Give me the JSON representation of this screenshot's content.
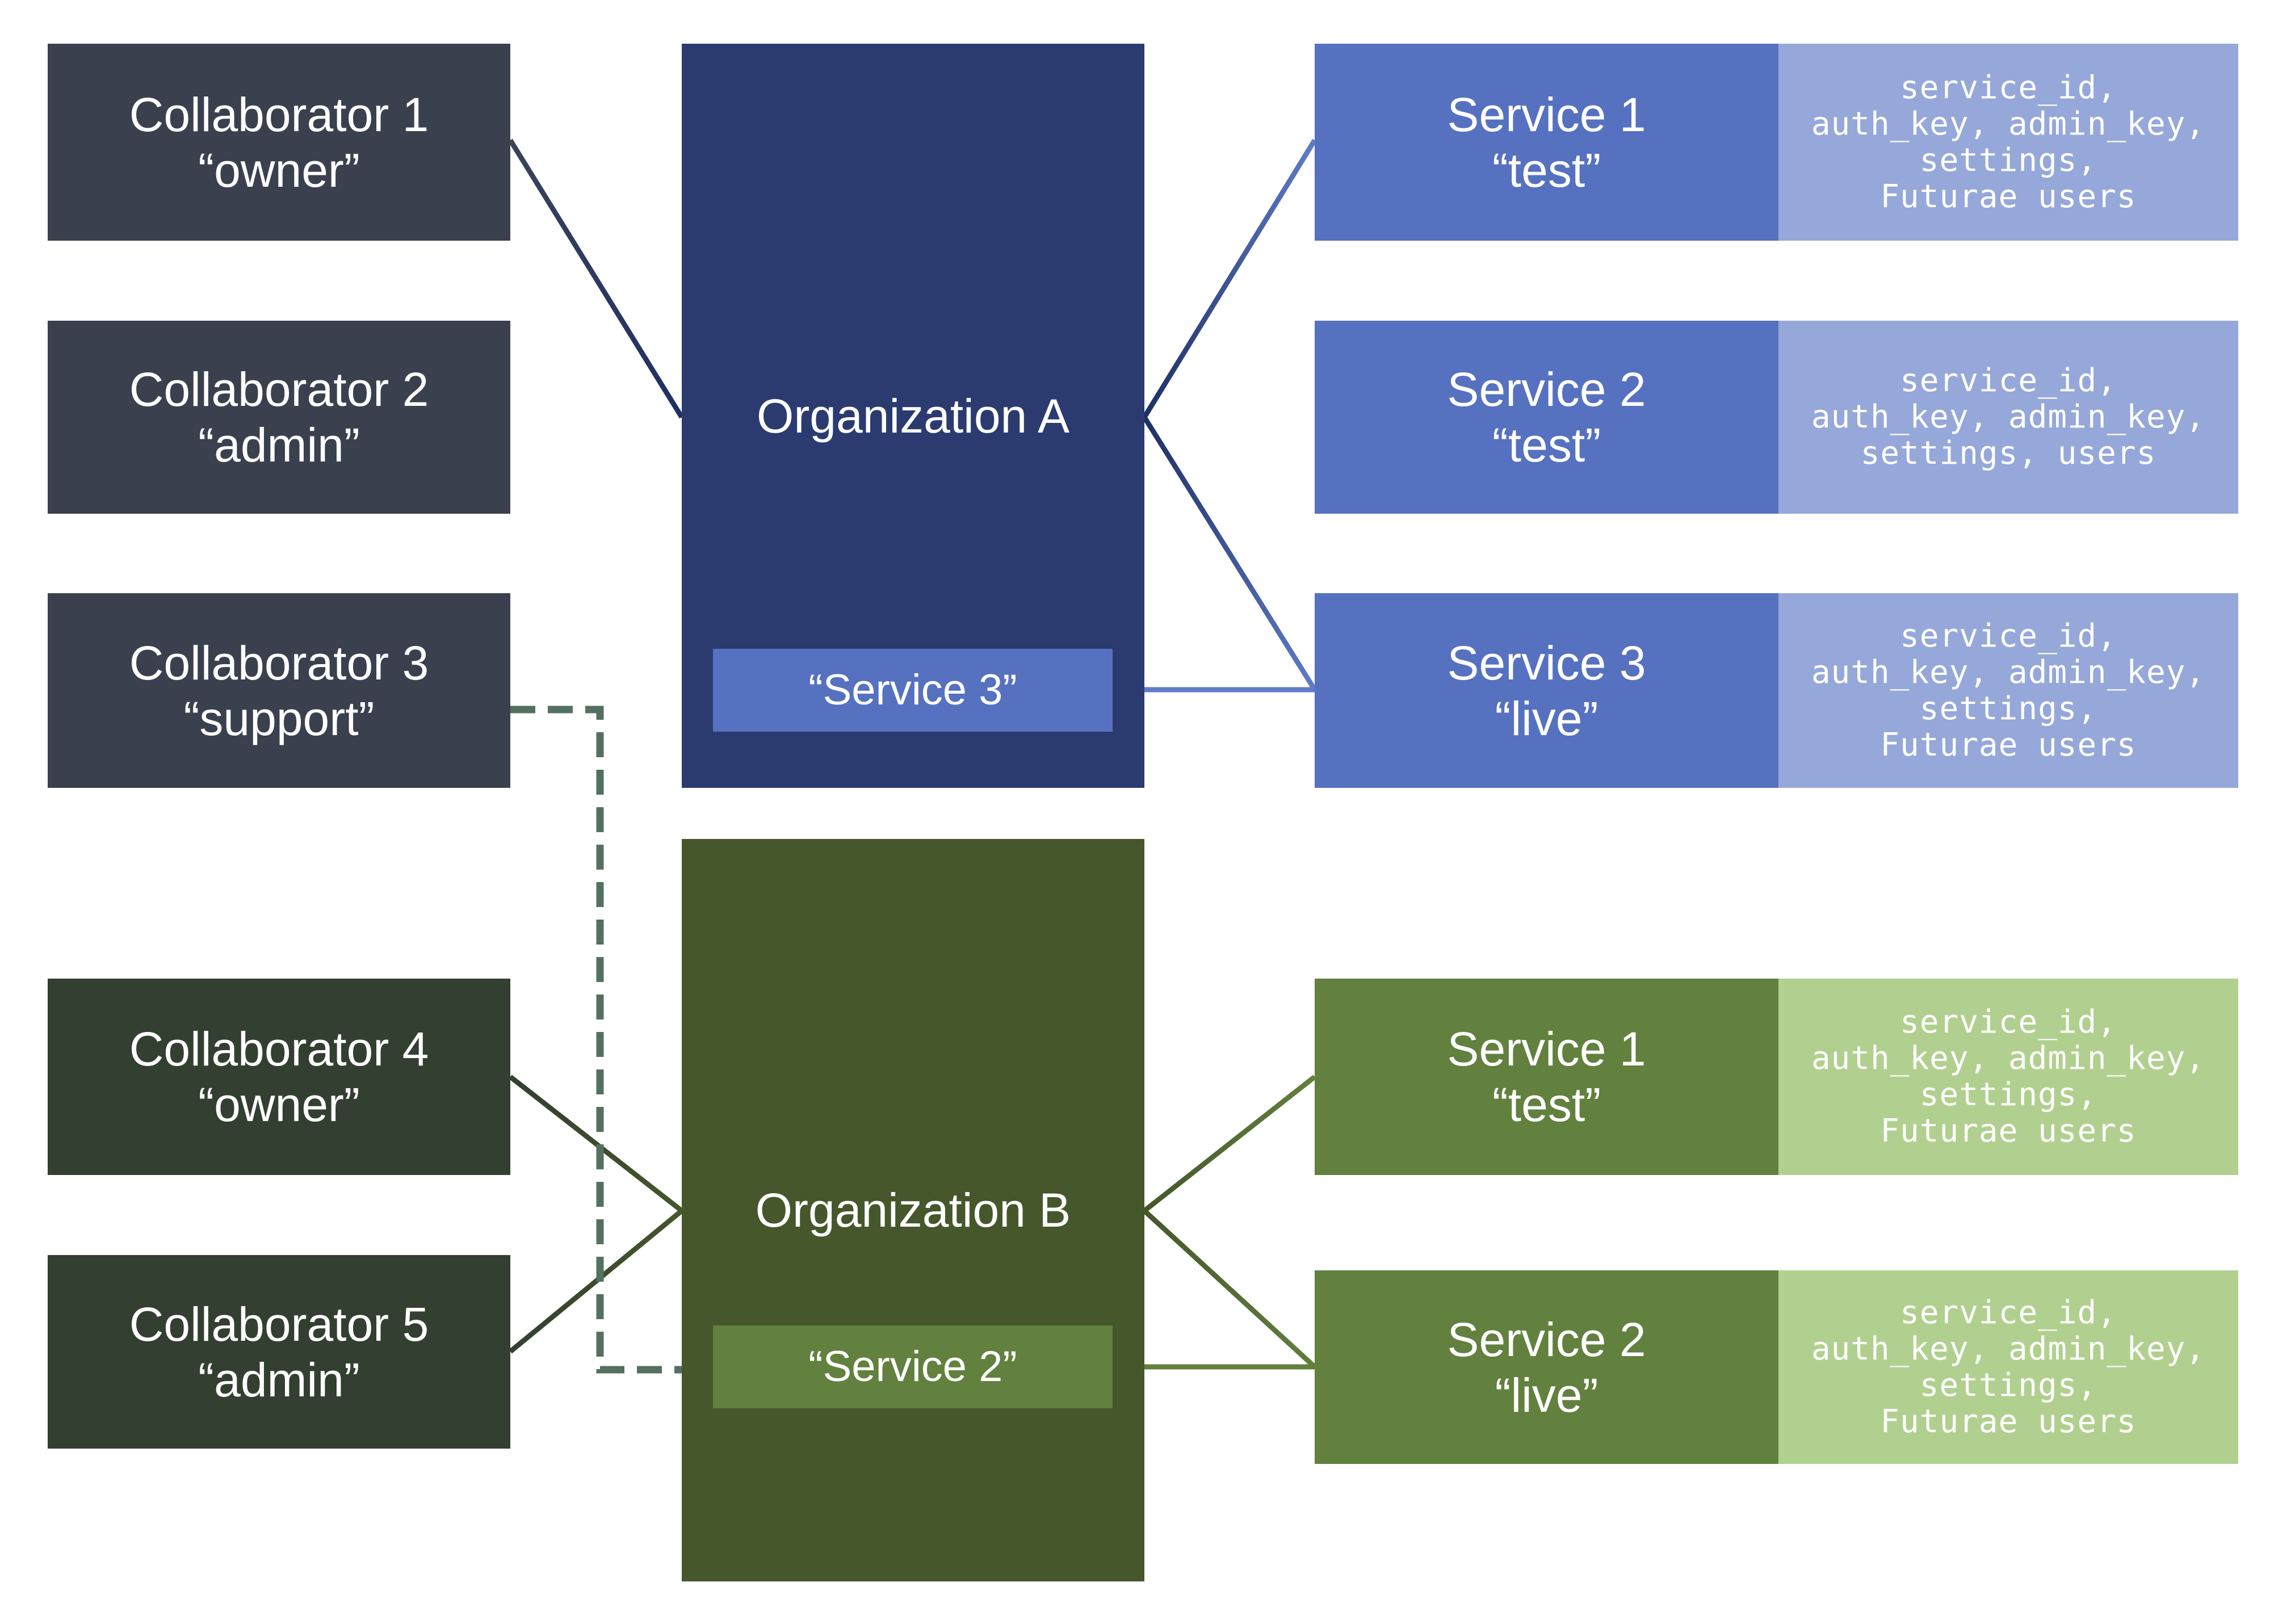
{
  "colors": {
    "collaborator_a": "#3a404e",
    "collaborator_b": "#333f30",
    "organization_a": "#2b3b6f",
    "organization_b": "#45572b",
    "service_a": "#5671bf",
    "service_b": "#62803e",
    "details_a": "#96a8d9",
    "details_b": "#b1d08f",
    "wire_dark_a": "#1f2f63",
    "wire_light_a": "#5f7cc8",
    "wire_b": "#5b7a3a",
    "dashed_wire": "#547060"
  },
  "collaborators": [
    {
      "name": "Collaborator 1",
      "role": "“owner”"
    },
    {
      "name": "Collaborator 2",
      "role": "“admin”"
    },
    {
      "name": "Collaborator 3",
      "role": "“support”"
    },
    {
      "name": "Collaborator 4",
      "role": "“owner”"
    },
    {
      "name": "Collaborator 5",
      "role": "“admin”"
    }
  ],
  "organizations": [
    {
      "name": "Organization A",
      "service_tag": "“Service 3”"
    },
    {
      "name": "Organization B",
      "service_tag": "“Service 2”"
    }
  ],
  "services_a": [
    {
      "name": "Service 1",
      "env": "“test”",
      "details": [
        "service_id,",
        "auth_key, admin_key,",
        "settings,",
        "Futurae users"
      ]
    },
    {
      "name": "Service 2",
      "env": "“test”",
      "details": [
        "service_id,",
        "auth_key, admin_key,",
        "settings, users"
      ]
    },
    {
      "name": "Service 3",
      "env": "“live”",
      "details": [
        "service_id,",
        "auth_key, admin_key,",
        "settings,",
        "Futurae users"
      ]
    }
  ],
  "services_b": [
    {
      "name": "Service 1",
      "env": "“test”",
      "details": [
        "service_id,",
        "auth_key, admin_key,",
        "settings,",
        "Futurae users"
      ]
    },
    {
      "name": "Service 2",
      "env": "“live”",
      "details": [
        "service_id,",
        "auth_key, admin_key,",
        "settings,",
        "Futurae users"
      ]
    }
  ]
}
